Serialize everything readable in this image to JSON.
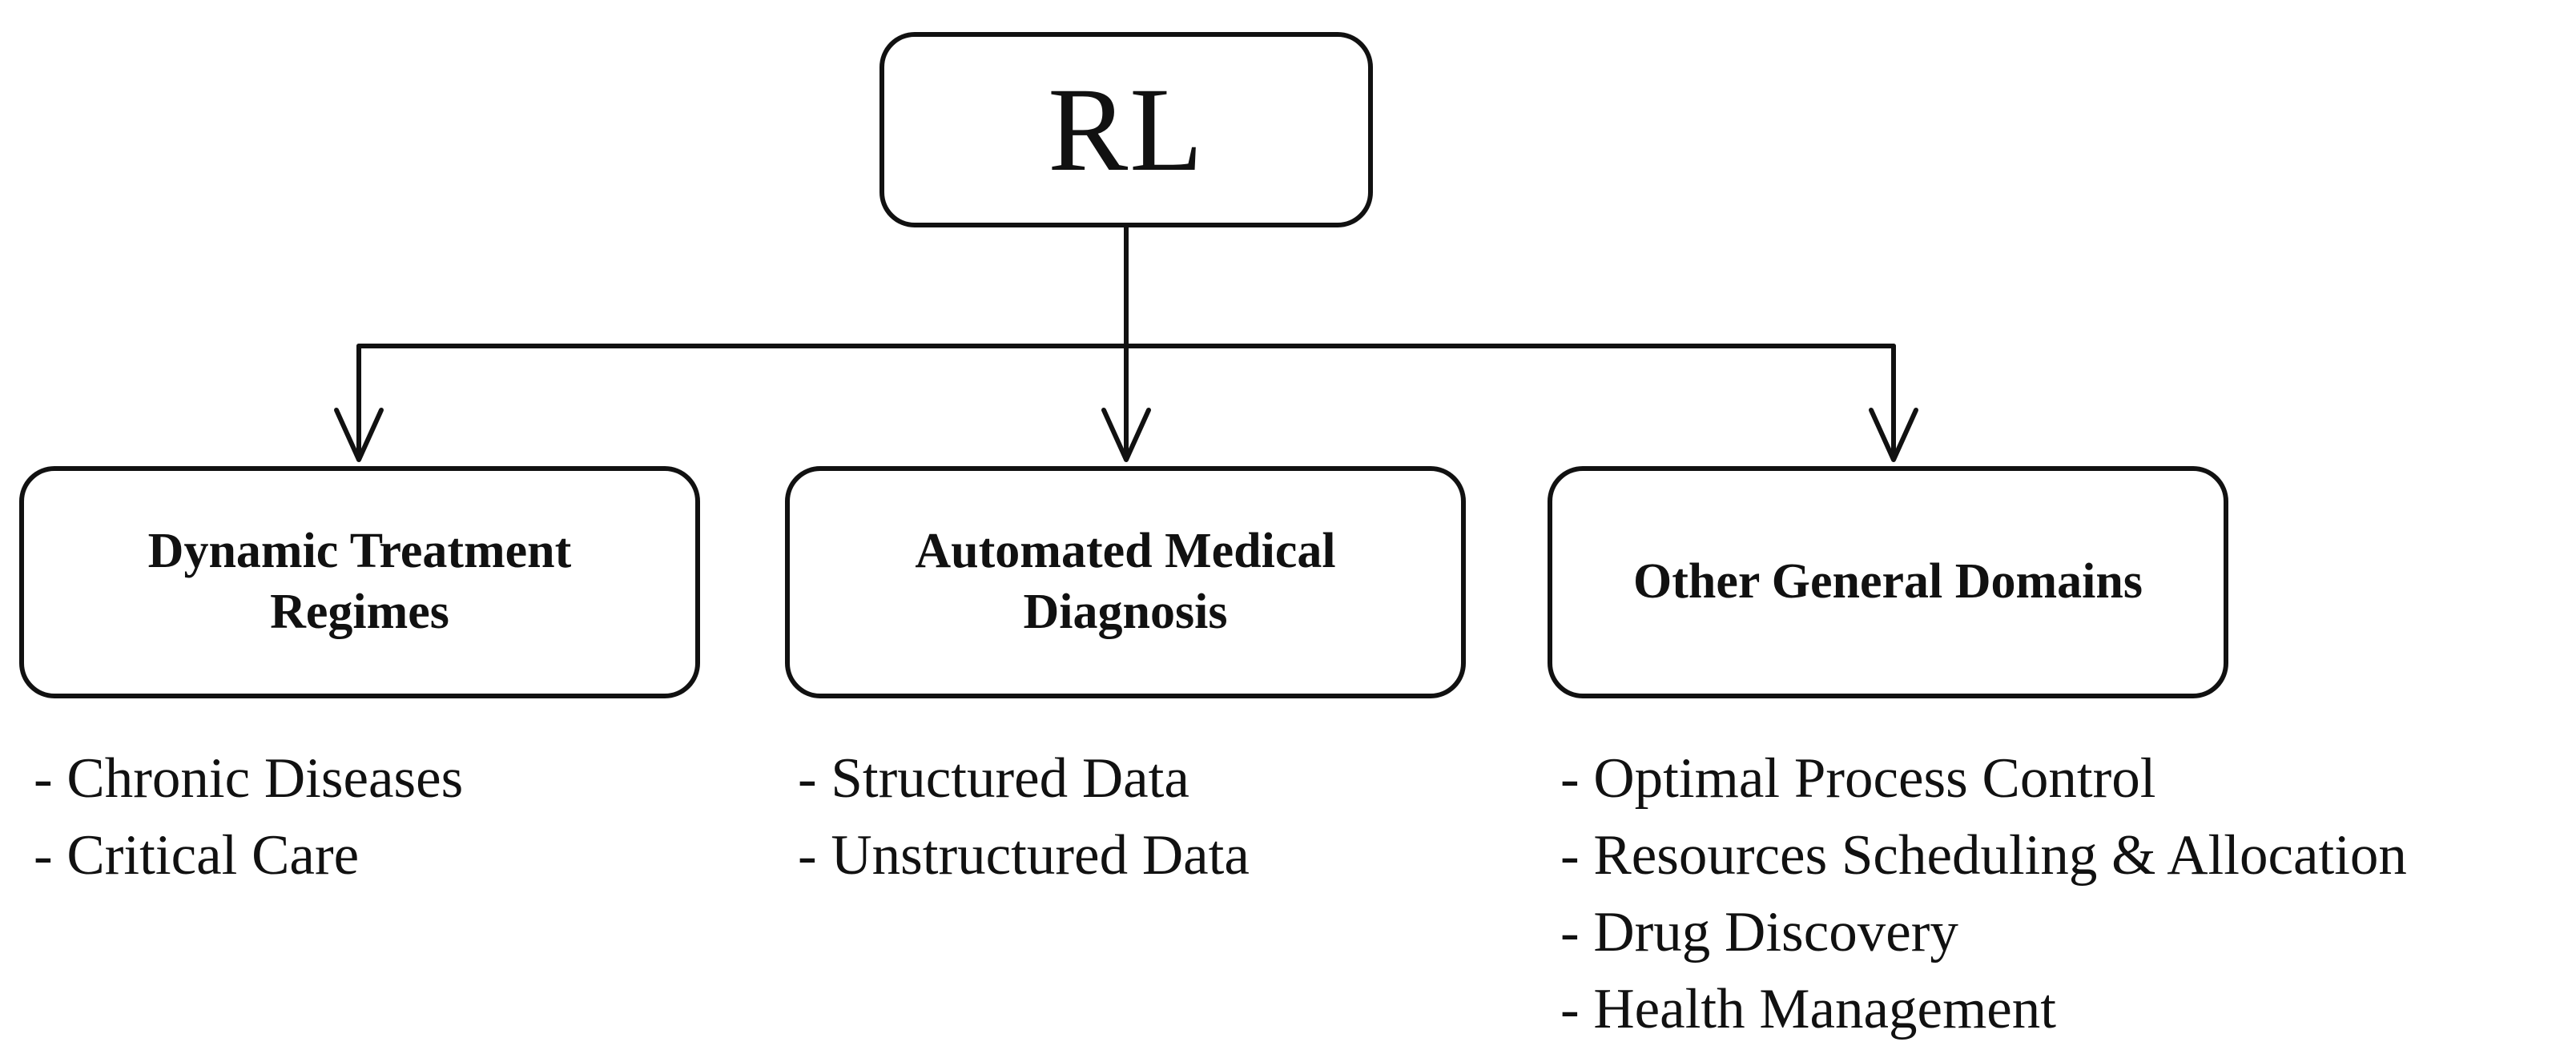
{
  "root": {
    "label": "RL"
  },
  "categories": [
    {
      "label_line1": "Dynamic Treatment",
      "label_line2": "Regimes",
      "items": [
        "- Chronic Diseases",
        "- Critical Care"
      ]
    },
    {
      "label_line1": "Automated Medical",
      "label_line2": "Diagnosis",
      "items": [
        "- Structured Data",
        "- Unstructured Data"
      ]
    },
    {
      "label_line1": "Other General Domains",
      "label_line2": "",
      "items": [
        "- Optimal Process Control",
        "- Resources Scheduling & Allocation",
        "- Drug Discovery",
        "- Health Management"
      ]
    }
  ],
  "colors": {
    "stroke": "#111111",
    "background": "#ffffff"
  }
}
